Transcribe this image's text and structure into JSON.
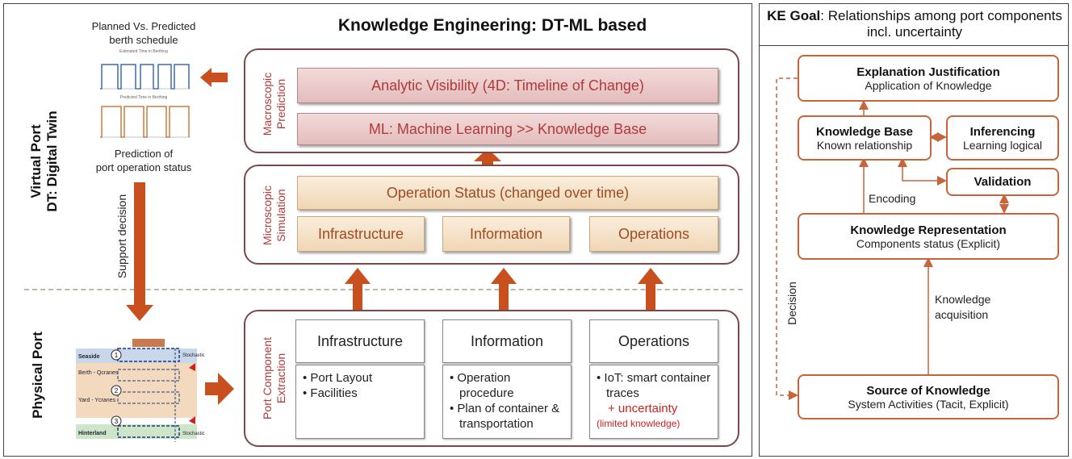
{
  "main": {
    "title": "Knowledge Engineering: DT-ML based",
    "virtual_port_label_1": "Virtual Port",
    "virtual_port_label_2": "DT: Digital Twin",
    "physical_port_label": "Physical Port",
    "support_decision": "Support decision",
    "schedule_caption": "Planned Vs. Predicted berth schedule",
    "schedule_chart_top_title": "Estimated Time in Berthing",
    "schedule_chart_bottom_title": "Predicted Time in Berthing",
    "prediction_caption_1": "Prediction of",
    "prediction_caption_2": "port operation status",
    "macro_label_1": "Macroscopic",
    "macro_label_2": "Prediction",
    "analytic_visibility": "Analytic Visibility (4D: Timeline of Change)",
    "ml_bar": "ML: Machine Learning >> Knowledge Base",
    "micro_label_1": "Microscopic",
    "micro_label_2": "Simulation",
    "operation_status": "Operation Status (changed over time)",
    "sim_infrastructure": "Infrastructure",
    "sim_information": "Information",
    "sim_operations": "Operations",
    "extract_label_1": "Port Component",
    "extract_label_2": "Extraction",
    "col_infrastructure": "Infrastructure",
    "col_information": "Information",
    "col_operations": "Operations",
    "infra_item_1": "• Port Layout",
    "infra_item_2": "• Facilities",
    "info_item_1": "• Operation procedure",
    "info_item_2": "• Plan of container & transportation",
    "ops_item_1": "• IoT: smart container traces",
    "ops_uncertainty": "+ uncertainty",
    "ops_limited": "(limited knowledge)",
    "port_map": {
      "seaside": "Seaside",
      "berth": "Berth - Qcranes",
      "yard": "Yard - Ycranes",
      "hinterland": "Hinterland",
      "stochastic_top": "Stochastic",
      "stochastic_bottom": "Stochastic",
      "n1": "1",
      "n2": "2",
      "n3": "3"
    }
  },
  "ke_goal": {
    "title_bold": "KE Goal",
    "title_rest": ": Relationships among port components incl. uncertainty",
    "explanation_title": "Explanation Justification",
    "explanation_sub": "Application of Knowledge",
    "kb_title": "Knowledge Base",
    "kb_sub": "Known relationship",
    "inferencing_title": "Inferencing",
    "inferencing_sub": "Learning logical",
    "validation_title": "Validation",
    "encoding": "Encoding",
    "kr_title": "Knowledge Representation",
    "kr_sub": "Components status (Explicit)",
    "acquisition_1": "Knowledge",
    "acquisition_2": "acquisition",
    "decision": "Decision",
    "source_title": "Source of Knowledge",
    "source_sub": "System Activities (Tacit, Explicit)"
  },
  "colors": {
    "arrow": "#c8501e",
    "box_border": "#c8643a",
    "pink_text": "#b03a3a"
  }
}
